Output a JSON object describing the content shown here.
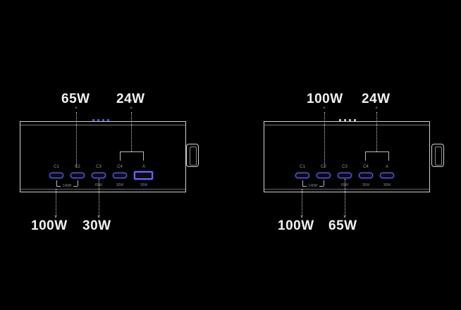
{
  "colors": {
    "background": "#000000",
    "port_accent": "#6a6af5",
    "led_left": "#4a6cff",
    "led_right": "#e8e8e8",
    "outline": "#cfcfcf"
  },
  "diagrams": [
    {
      "id": "left",
      "top_labels": [
        "65W",
        "24W"
      ],
      "bottom_labels": [
        "100W",
        "30W"
      ],
      "ports": [
        {
          "id": "C1",
          "label": "C1",
          "wattage": ""
        },
        {
          "id": "C2",
          "label": "C2",
          "wattage": ""
        },
        {
          "id": "C3",
          "label": "C3",
          "wattage": "65W"
        },
        {
          "id": "C4",
          "label": "C4",
          "wattage": "30W"
        },
        {
          "id": "A",
          "label": "A",
          "wattage": "35W"
        }
      ],
      "combined_label": "140W"
    },
    {
      "id": "right",
      "top_labels": [
        "100W",
        "24W"
      ],
      "bottom_labels": [
        "100W",
        "65W"
      ],
      "ports": [
        {
          "id": "C1",
          "label": "C1",
          "wattage": ""
        },
        {
          "id": "C2",
          "label": "C2",
          "wattage": ""
        },
        {
          "id": "C3",
          "label": "C3",
          "wattage": "65W"
        },
        {
          "id": "C4",
          "label": "C4",
          "wattage": "35W"
        },
        {
          "id": "A",
          "label": "A",
          "wattage": "30W"
        }
      ],
      "combined_label": "140W"
    }
  ]
}
